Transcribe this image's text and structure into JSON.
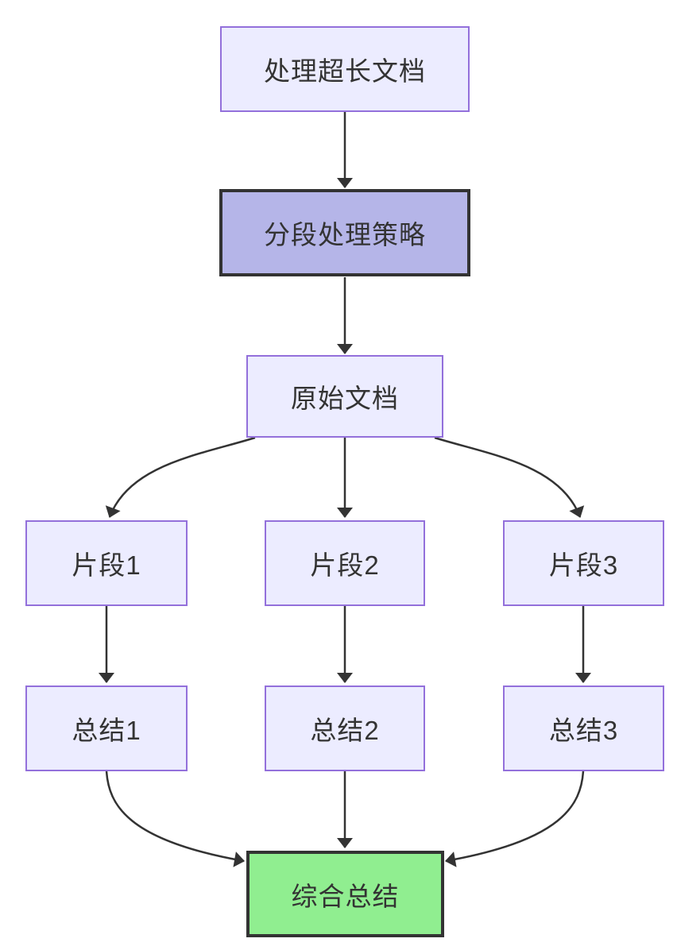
{
  "diagram": {
    "type": "flowchart",
    "direction": "top-down",
    "nodes": [
      {
        "id": "A",
        "label": "处理超长文档",
        "style": "default"
      },
      {
        "id": "B",
        "label": "分段处理策略",
        "style": "highlight"
      },
      {
        "id": "C",
        "label": "原始文档",
        "style": "default"
      },
      {
        "id": "D1",
        "label": "片段1",
        "style": "default"
      },
      {
        "id": "D2",
        "label": "片段2",
        "style": "default"
      },
      {
        "id": "D3",
        "label": "片段3",
        "style": "default"
      },
      {
        "id": "E1",
        "label": "总结1",
        "style": "default"
      },
      {
        "id": "E2",
        "label": "总结2",
        "style": "default"
      },
      {
        "id": "E3",
        "label": "总结3",
        "style": "default"
      },
      {
        "id": "F",
        "label": "综合总结",
        "style": "success"
      }
    ],
    "edges": [
      {
        "from": "A",
        "to": "B",
        "arrow": "filled-triangle"
      },
      {
        "from": "B",
        "to": "C",
        "arrow": "filled-triangle"
      },
      {
        "from": "C",
        "to": "D1",
        "arrow": "filled-triangle"
      },
      {
        "from": "C",
        "to": "D2",
        "arrow": "filled-triangle"
      },
      {
        "from": "C",
        "to": "D3",
        "arrow": "filled-triangle"
      },
      {
        "from": "D1",
        "to": "E1",
        "arrow": "filled-triangle"
      },
      {
        "from": "D2",
        "to": "E2",
        "arrow": "filled-triangle"
      },
      {
        "from": "D3",
        "to": "E3",
        "arrow": "filled-triangle"
      },
      {
        "from": "E1",
        "to": "F",
        "arrow": "filled-triangle"
      },
      {
        "from": "E2",
        "to": "F",
        "arrow": "filled-triangle"
      },
      {
        "from": "E3",
        "to": "F",
        "arrow": "filled-triangle"
      }
    ],
    "colors": {
      "background": "#FFFFFF",
      "node_default_fill": "#ECECFF",
      "node_default_border": "#9370DB",
      "node_highlight_fill": "#B5B5E8",
      "node_highlight_border": "#333333",
      "node_success_fill": "#90EE90",
      "node_success_border": "#333333",
      "edge_stroke": "#333333",
      "text": "#333333"
    }
  }
}
